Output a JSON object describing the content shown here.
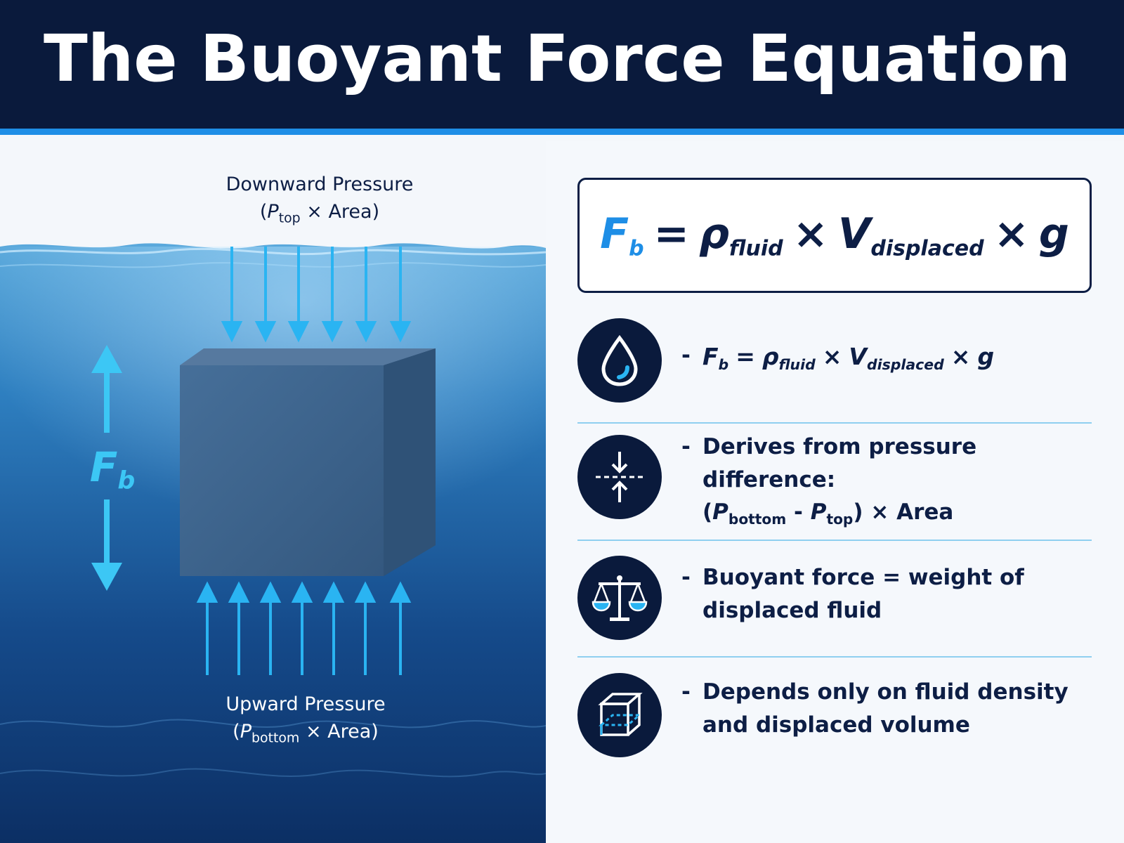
{
  "header": {
    "title": "The Buoyant Force Equation"
  },
  "diagram": {
    "top_label_line1": "Downward Pressure",
    "top_label_p": "P",
    "top_label_sub": "top",
    "top_label_area": "× Area",
    "bottom_label_line1": "Upward Pressure",
    "bottom_label_p": "P",
    "bottom_label_sub": "bottom",
    "bottom_label_area": "× Area",
    "force_symbol": "F",
    "force_sub": "b",
    "colors": {
      "water_top": "#2e7fc0",
      "water_bottom": "#0c2f64",
      "arrow": "#2ab4f2",
      "cube": "#3f6893"
    }
  },
  "formula": {
    "f": "F",
    "f_sub": "b",
    "eq": "=",
    "rho": "ρ",
    "rho_sub": "fluid",
    "times1": "×",
    "v": "V",
    "v_sub": "displaced",
    "times2": "×",
    "g": "g"
  },
  "points": [
    {
      "icon": "water-drop-icon",
      "dash": "-"
    },
    {
      "icon": "pressure-arrows-icon",
      "dash": "-",
      "line1": "Derives from pressure difference:",
      "p1": "P",
      "p1_sub": "bottom",
      "minus": "-",
      "p2": "P",
      "p2_sub": "top",
      "area": "× Area"
    },
    {
      "icon": "balance-scale-icon",
      "dash": "-",
      "line1": "Buoyant force = weight of",
      "line2": "displaced fluid"
    },
    {
      "icon": "cube-volume-icon",
      "dash": "-",
      "line1": "Depends only on fluid density",
      "line2": "and displaced volume"
    }
  ]
}
